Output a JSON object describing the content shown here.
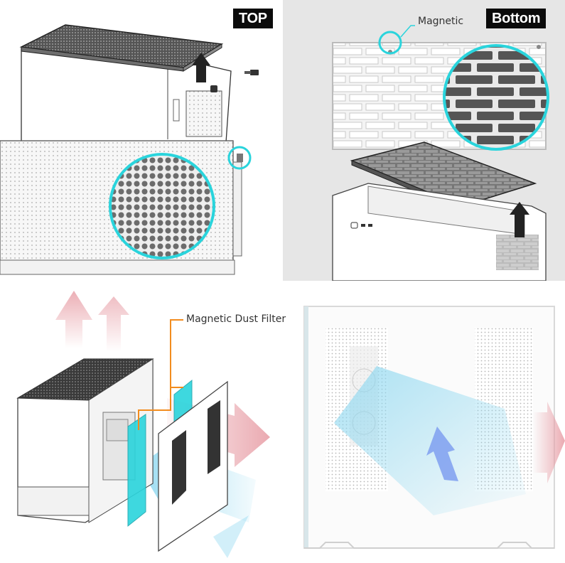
{
  "panels": {
    "top": {
      "badge": "TOP",
      "accent": "#2ad4dc"
    },
    "bottom": {
      "badge": "Bottom",
      "callout": "Magnetic",
      "accent": "#2ad4dc"
    },
    "airflow": {
      "callout": "Magnetic Dust Filter",
      "leader_color": "#f28c1e",
      "filter_color": "#2ad4dc",
      "exhaust_color": "#e8a0a8",
      "intake_color": "#8fd8f0"
    },
    "side_view": {
      "exhaust_color": "#e8a0a8",
      "intake_color": "#8fd8f0",
      "arrow_color": "#7f9ff0"
    }
  },
  "icons": [
    "up-arrow-icon",
    "screw-icon",
    "magnify-circle-icon",
    "airflow-arrow-icon"
  ]
}
